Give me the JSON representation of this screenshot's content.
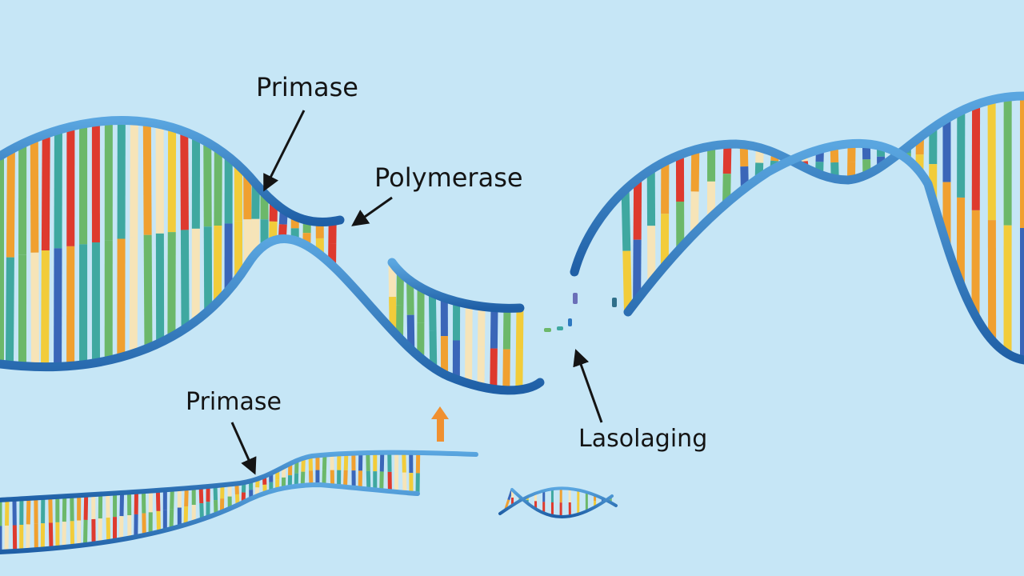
{
  "labels": {
    "primase_top": "Primase",
    "polymerase": "Polymerase",
    "primase_bottom": "Primase",
    "lagging": "Lasolaging"
  },
  "colors": {
    "background": "#c6e6f6",
    "backbone": "#2e78c0",
    "backbone_highlight": "#6fb3e6",
    "base_orange": "#f0a030",
    "base_yellow": "#f2cc3a",
    "base_teal": "#3fa8a0",
    "base_green": "#6cb86a",
    "base_red": "#de3a2e",
    "base_blue": "#3a66b8",
    "base_cream": "#f6e4b8",
    "arrow": "#141414",
    "primer_arrow": "#f09030"
  },
  "elements": [
    "left-double-helix",
    "replication-fork",
    "right-double-helix",
    "bottom-helix-strand",
    "small-helix-fragment",
    "okazaki-fragment-dots",
    "primer-arrow"
  ]
}
